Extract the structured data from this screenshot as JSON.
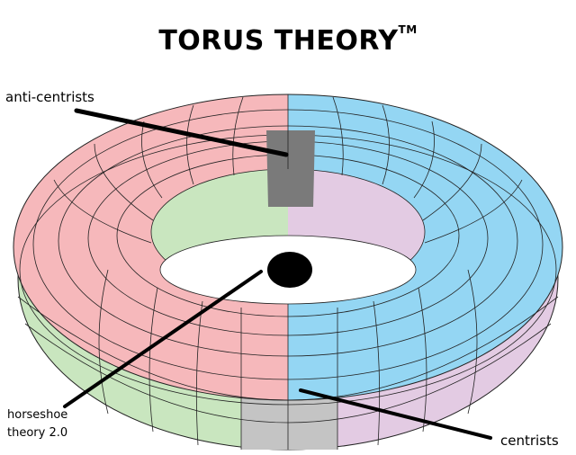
{
  "title": "TORUS THEORY",
  "title_mark": "TM",
  "labels": {
    "anti_centrists": "anti-centrists",
    "horseshoe_line1": "horseshoe",
    "horseshoe_line2": "theory 2.0",
    "centrists": "centrists"
  },
  "colors": {
    "left_top": "#f6b8bb",
    "right_top": "#94d6f3",
    "left_band": "#c9e6bf",
    "right_band": "#e3cbe3",
    "anti_centrist_patch": "#7a7a7a",
    "centrist_patch": "#c4c4c4"
  }
}
